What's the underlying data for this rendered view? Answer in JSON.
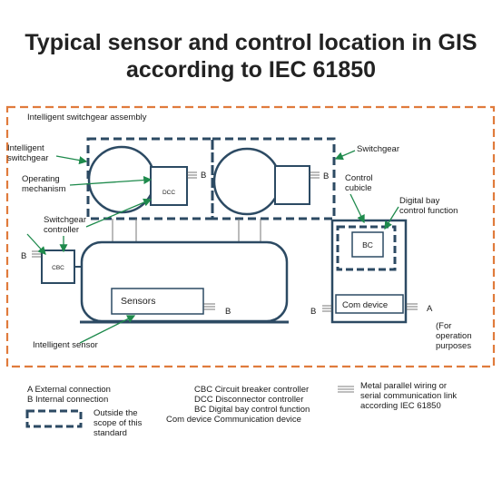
{
  "title": {
    "line1": "Typical sensor and control location in GIS",
    "line2": "according to IEC 61850"
  },
  "diagram": {
    "assembly_label": "Intelligent switchgear assembly",
    "intelligent_switchgear": [
      "Intelligent",
      "switchgear"
    ],
    "switchgear": "Switchgear",
    "operating_mechanism": [
      "Operating",
      "mechanism"
    ],
    "switchgear_controller": [
      "Switchgear",
      "controller"
    ],
    "control_cubicle": [
      "Control",
      "cubicle"
    ],
    "digital_bay_control_function": [
      "Digital bay",
      "control function"
    ],
    "dcc_box": "DCC",
    "cbc_box": "CBC",
    "bc_box": "BC",
    "sensors_box": "Sensors",
    "com_device_box": "Com device",
    "intelligent_sensor": "Intelligent sensor",
    "b": "B",
    "a": "A",
    "for_operation": [
      "(For",
      "operation",
      "purposes"
    ]
  },
  "legend": {
    "a_external": "A External connection",
    "b_internal": "B Internal connection",
    "outside_scope": [
      "Outside the",
      "scope of this",
      "standard"
    ],
    "cbc": "CBC Circuit breaker controller",
    "dcc": "DCC Disconnector controller",
    "bc": "BC   Digital bay control function",
    "com": "Com device Communication device",
    "wiring": [
      "Metal parallel wiring or",
      "serial communication link",
      "according IEC 61850"
    ]
  },
  "colors": {
    "assembly_border": "#e07b3c",
    "equipment": "#2c4a63",
    "arrow": "#1e8a4c"
  }
}
